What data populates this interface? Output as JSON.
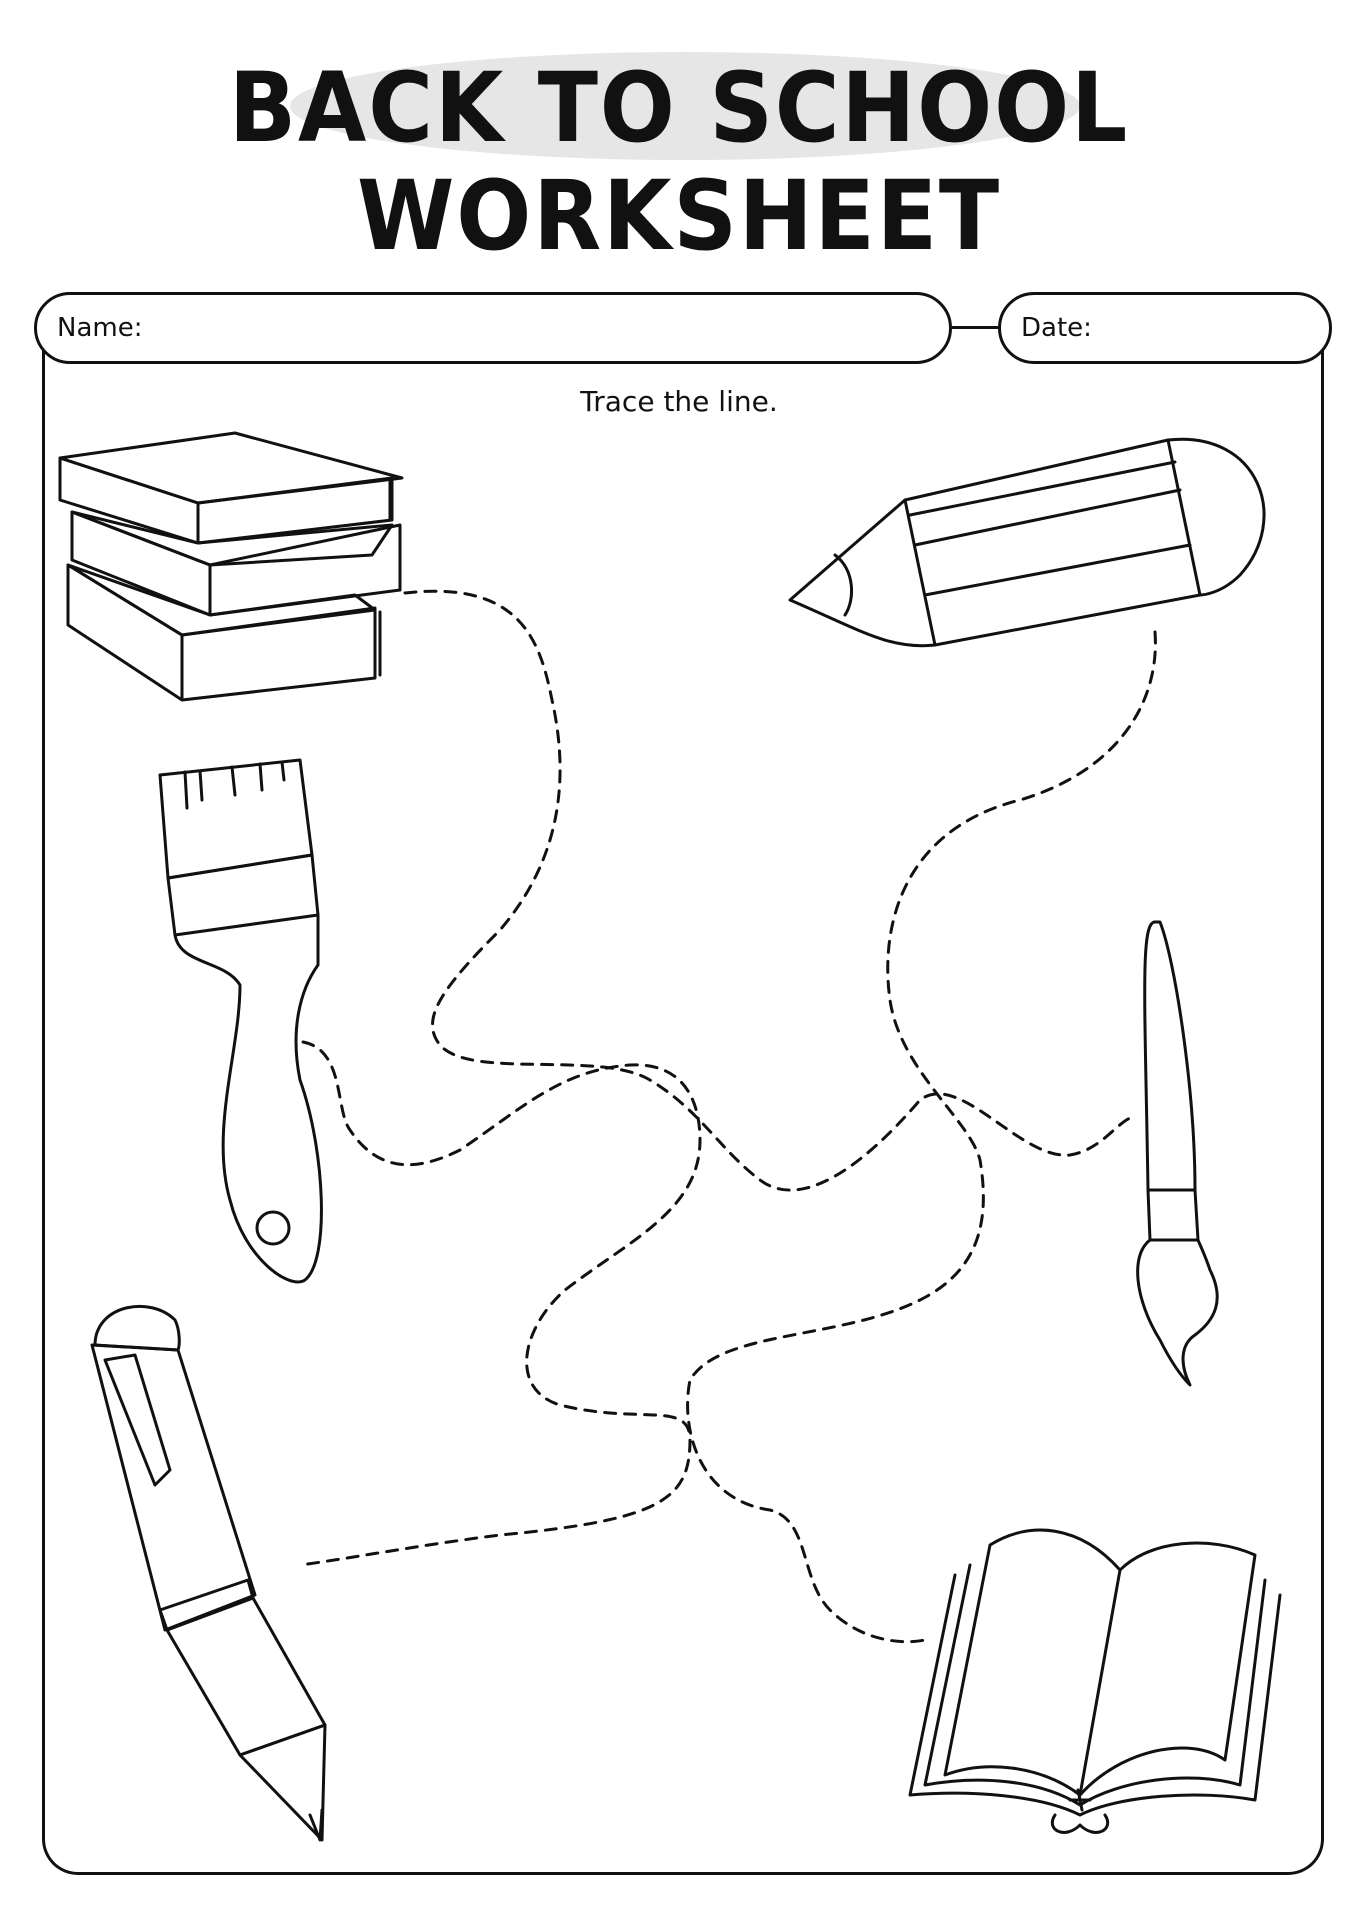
{
  "header": {
    "title_line1": "BACK TO SCHOOL",
    "title_line2": "WORKSHEET"
  },
  "fields": {
    "name_label": "Name:",
    "date_label": "Date:"
  },
  "instruction": "Trace the line.",
  "illustrations": [
    "books-stack-icon",
    "paint-brush-icon",
    "pen-icon",
    "pencil-icon",
    "art-brush-icon",
    "open-book-icon"
  ],
  "colors": {
    "ink": "#111111",
    "title_blob": "#e6e6e6",
    "paper": "#ffffff"
  }
}
